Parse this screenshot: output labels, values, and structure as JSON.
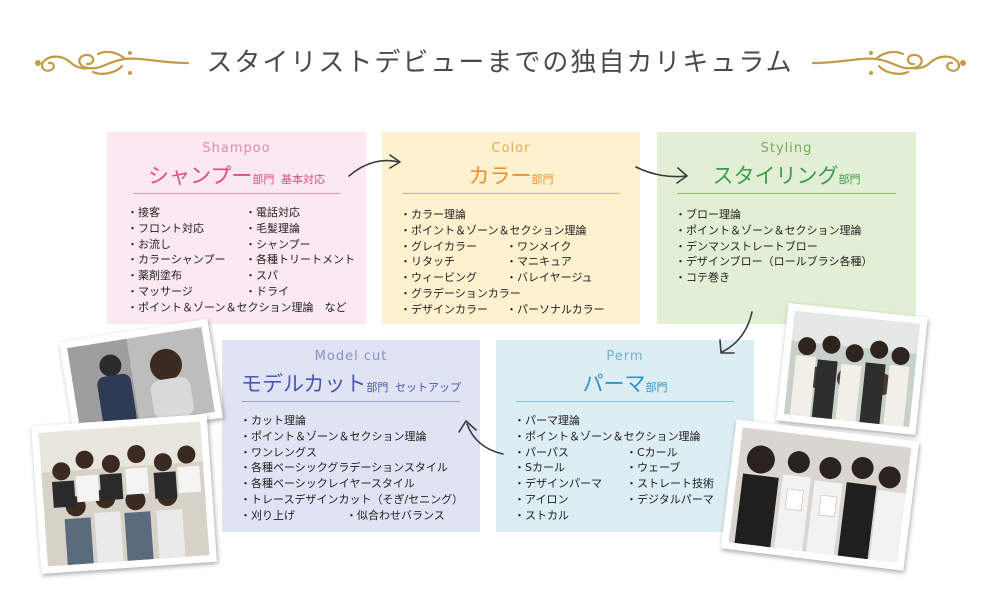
{
  "page": {
    "title": "スタイリストデビューまでの独自カリキュラム",
    "ornament_color": "#c49a46"
  },
  "cards": {
    "shampoo": {
      "en": "Shampoo",
      "jp": "シャンプー",
      "dept": "部門",
      "note": "基本対応",
      "color": "#e14a8a",
      "col1": [
        "・接客",
        "・フロント対応",
        "・お流し",
        "・カラーシャンプー",
        "・薬剤塗布",
        "・マッサージ"
      ],
      "col2": [
        "・電話対応",
        "・毛髪理論",
        "・シャンプー",
        "・各種トリートメント",
        "・スパ",
        "・ドライ"
      ],
      "last": "・ポイント＆ゾーン＆セクション理論　など"
    },
    "color": {
      "en": "Color",
      "jp": "カラー",
      "dept": "部門",
      "color": "#e9912a",
      "lines": [
        "・カラー理論",
        "・ポイント＆ゾーン＆セクション理論"
      ],
      "col1": [
        "・グレイカラー",
        "・リタッチ",
        "・ウィービング"
      ],
      "col2": [
        "・ワンメイク",
        "・マニキュア",
        "・バレイヤージュ"
      ],
      "line_grad": "・グラデーションカラー",
      "last_left": "・デザインカラー",
      "last_right": "・パーソナルカラー"
    },
    "styling": {
      "en": "Styling",
      "jp": "スタイリング",
      "dept": "部門",
      "color": "#3d9c48",
      "lines": [
        "・ブロー理論",
        "・ポイント＆ゾーン＆セクション理論",
        "・デンマンストレートブロー",
        "・デザインブロー（ロールブラシ各種）",
        "・コテ巻き"
      ]
    },
    "model": {
      "en": "Model cut",
      "jp": "モデルカット",
      "dept": "部門",
      "note": "セットアップ",
      "color": "#4959b0",
      "lines": [
        "・カット理論",
        "・ポイント＆ゾーン＆セクション理論",
        "・ワンレングス",
        "・各種ベーシックグラデーションスタイル",
        "・各種ベーシックレイヤースタイル",
        "・トレースデザインカット（そぎ/セニング）"
      ],
      "last_left": "・刈り上げ",
      "last_right": "・似合わせバランス"
    },
    "perm": {
      "en": "Perm",
      "jp": "パーマ",
      "dept": "部門",
      "color": "#2f95c4",
      "lines": [
        "・パーマ理論",
        "・ポイント＆ゾーン＆セクション理論"
      ],
      "col1": [
        "・パーパス",
        "・Sカール",
        "・デザインパーマ",
        "・アイロン",
        "・ストカル"
      ],
      "col2": [
        "・Cカール",
        "・ウェーブ",
        "・ストレート技術",
        "・デジタルパーマ"
      ]
    }
  }
}
